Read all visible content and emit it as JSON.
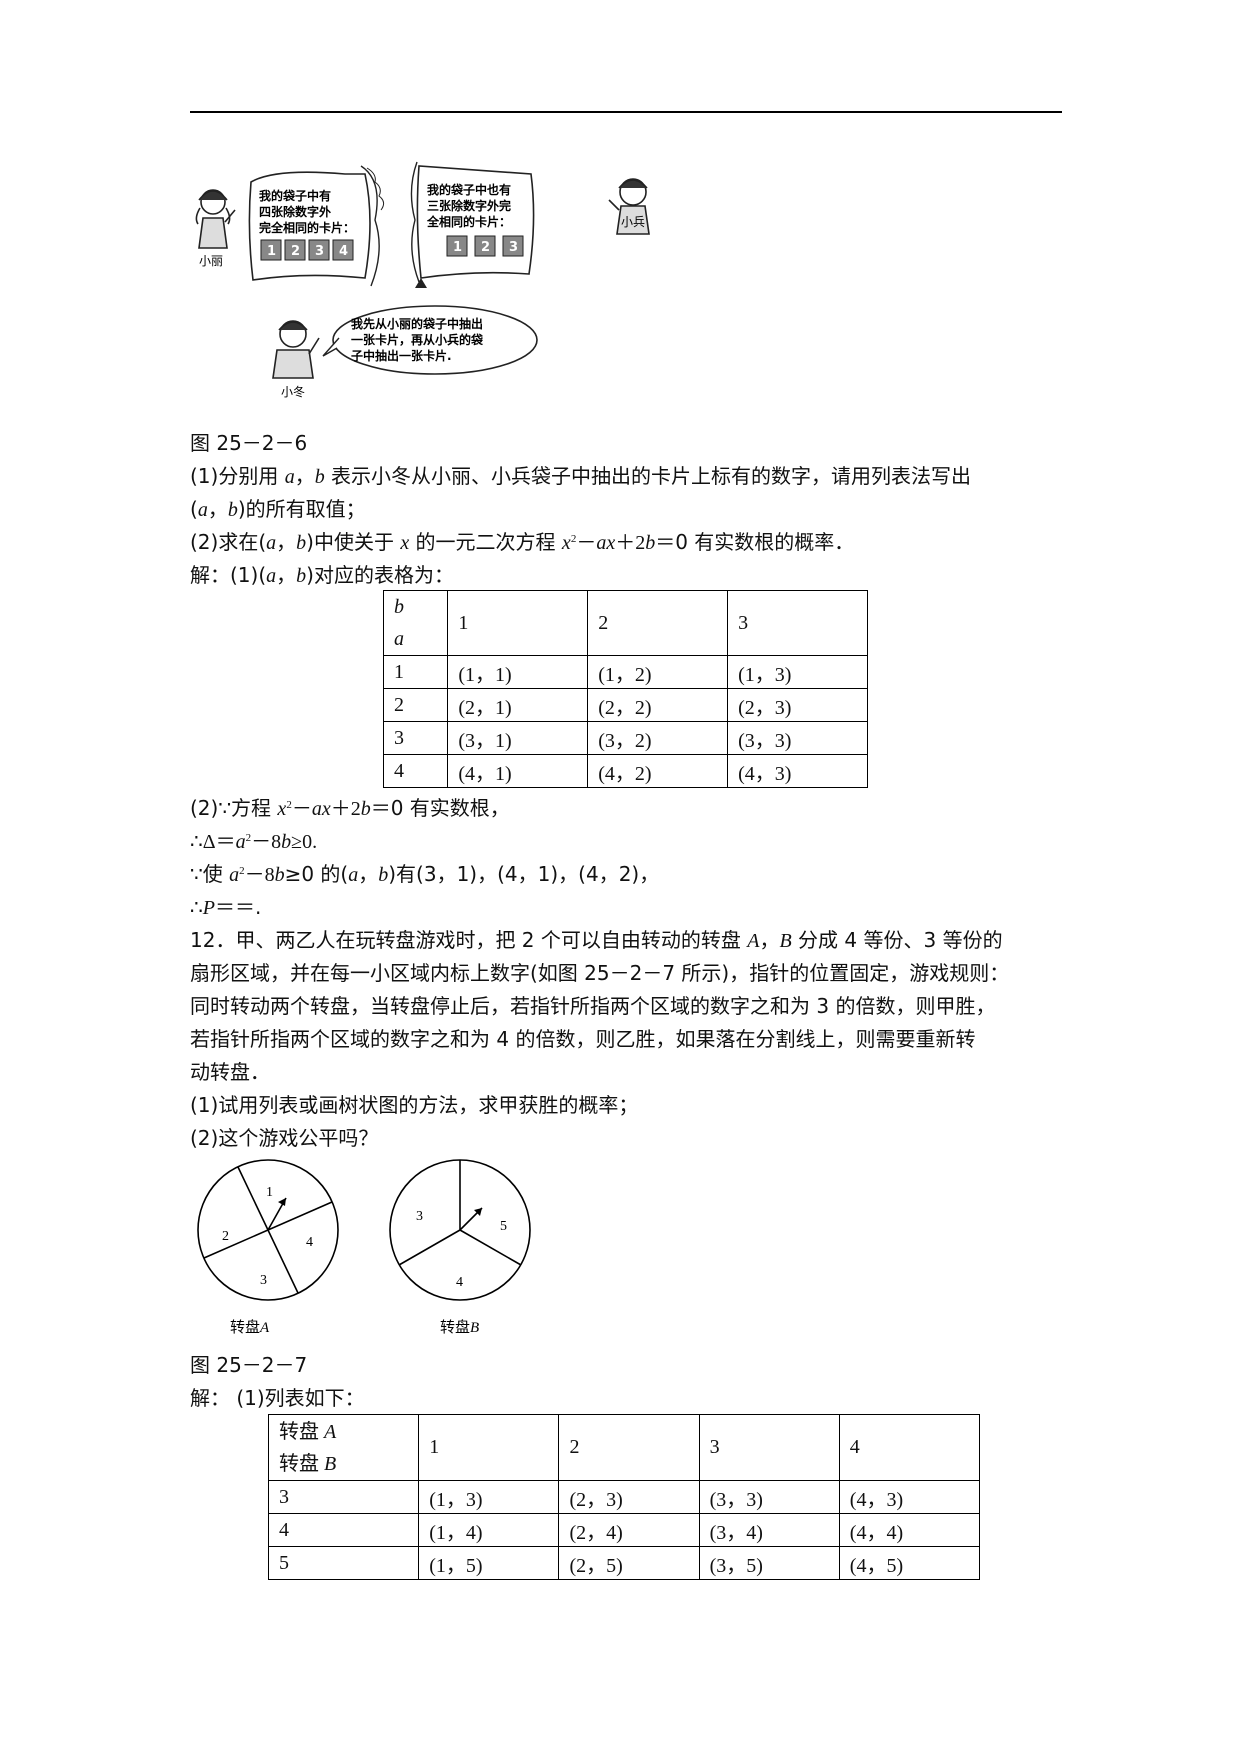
{
  "illustration": {
    "xiaoli": {
      "name": "小丽",
      "bubble_lines": [
        "我的袋子中有",
        "四张除数字外",
        "完全相同的卡片："
      ],
      "cards": [
        "1",
        "2",
        "3",
        "4"
      ]
    },
    "xiaobing": {
      "name": "小兵",
      "bubble_lines": [
        "我的袋子中也有",
        "三张除数字外完",
        "全相同的卡片："
      ],
      "cards": [
        "1",
        "2",
        "3"
      ]
    },
    "xiaodong": {
      "name": "小冬",
      "bubble_lines": [
        "我先从小丽的袋子中抽出",
        "一张卡片，再从小兵的袋",
        "子中抽出一张卡片."
      ]
    }
  },
  "fig1_caption": "图 25－2－6",
  "q11": {
    "p1a_pre": "(1)分别用 ",
    "p1a_a": "a",
    "p1a_mid": "，",
    "p1a_b": "b",
    "p1a_post": " 表示小冬从小丽、小兵袋子中抽出的卡片上标有的数字，请用列表法写出",
    "p1b_open": "(",
    "p1b_a": "a",
    "p1b_comma": "，",
    "p1b_b": "b",
    "p1b_post": ")的所有取值；",
    "p2_pre": "(2)求在(",
    "p2_a": "a",
    "p2_comma": "，",
    "p2_b": "b",
    "p2_mid": ")中使关于 ",
    "p2_x": "x",
    "p2_mid2": " 的一元二次方程 ",
    "p2_eq_x": "x",
    "p2_eq_sup": "2",
    "p2_eq_rest1": "－",
    "p2_eq_ax": "ax",
    "p2_eq_rest2": "＋2",
    "p2_eq_b": "b",
    "p2_eq_rest3": "＝0 有实数根的概率．",
    "sol_pre": "解：(1)(",
    "sol_a": "a",
    "sol_comma": "，",
    "sol_b": "b",
    "sol_post": ")对应的表格为："
  },
  "table1": {
    "corner_top": "b",
    "corner_bottom": "a",
    "col_headers": [
      "1",
      "2",
      "3"
    ],
    "rows": [
      {
        "label": "1",
        "cells": [
          "(1，1)",
          "(1，2)",
          "(1，3)"
        ]
      },
      {
        "label": "2",
        "cells": [
          "(2，1)",
          "(2，2)",
          "(2，3)"
        ]
      },
      {
        "label": "3",
        "cells": [
          "(3，1)",
          "(3，2)",
          "(3，3)"
        ]
      },
      {
        "label": "4",
        "cells": [
          "(4，1)",
          "(4，2)",
          "(4，3)"
        ]
      }
    ]
  },
  "sol11": {
    "l1_pre": "(2)∵方程 ",
    "l1_x": "x",
    "l1_sup": "2",
    "l1_r1": "－",
    "l1_ax": "ax",
    "l1_r2": "＋2",
    "l1_b": "b",
    "l1_r3": "＝0 有实数根，",
    "l2_pre": "∴Δ＝",
    "l2_a": "a",
    "l2_sup": "2",
    "l2_r1": "－8",
    "l2_b": "b",
    "l2_r2": "≥0.",
    "l3_pre": "∵使 ",
    "l3_a": "a",
    "l3_sup": "2",
    "l3_r1": "－8",
    "l3_b": "b",
    "l3_r2": "≥0 的(",
    "l3_a2": "a",
    "l3_comma": "，",
    "l3_b2": "b",
    "l3_r3": ")有(3，1)，(4，1)，(4，2)，",
    "l4_pre": "∴",
    "l4_p": "P",
    "l4_post": "＝＝."
  },
  "q12": {
    "l1_pre": "12．甲、两乙人在玩转盘游戏时，把 2 个可以自由转动的转盘 ",
    "l1_A": "A",
    "l1_comma": "，",
    "l1_B": "B",
    "l1_post": " 分成 4 等份、3 等份的",
    "l2": "扇形区域，并在每一小区域内标上数字(如图 25－2－7 所示)，指针的位置固定，游戏规则：",
    "l3": "同时转动两个转盘，当转盘停止后，若指针所指两个区域的数字之和为 3 的倍数，则甲胜，",
    "l4": "若指针所指两个区域的数字之和为 4 的倍数，则乙胜，如果落在分割线上，则需要重新转",
    "l5": "动转盘．",
    "p1": "(1)试用列表或画树状图的方法，求甲获胜的概率；",
    "p2": "(2)这个游戏公平吗？"
  },
  "spinners": {
    "a": {
      "numbers": [
        "1",
        "2",
        "3",
        "4"
      ],
      "label_pre": "转盘",
      "label_letter": "A"
    },
    "b": {
      "numbers": [
        "3",
        "4",
        "5"
      ],
      "label_pre": "转盘",
      "label_letter": "B"
    }
  },
  "fig2_caption": "图 25－2－7",
  "sol12_intro": "解： (1)列表如下：",
  "table2": {
    "corner_top_pre": "转盘 ",
    "corner_top_letter": "A",
    "corner_bottom_pre": "转盘 ",
    "corner_bottom_letter": "B",
    "col_headers": [
      "1",
      "2",
      "3",
      "4"
    ],
    "rows": [
      {
        "label": "3",
        "cells": [
          "(1，3)",
          "(2，3)",
          "(3，3)",
          "(4，3)"
        ]
      },
      {
        "label": "4",
        "cells": [
          "(1，4)",
          "(2，4)",
          "(3，4)",
          "(4，4)"
        ]
      },
      {
        "label": "5",
        "cells": [
          "(1，5)",
          "(2，5)",
          "(3，5)",
          "(4，5)"
        ]
      }
    ]
  }
}
